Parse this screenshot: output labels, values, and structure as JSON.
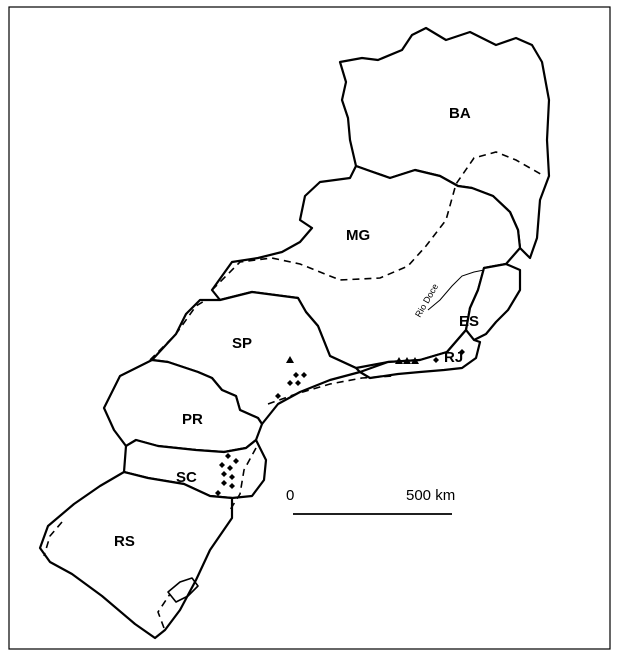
{
  "states": {
    "ba": "BA",
    "mg": "MG",
    "es": "ES",
    "rj": "RJ",
    "sp": "SP",
    "pr": "PR",
    "sc": "SC",
    "rs": "RS"
  },
  "river_label": "Rio Doce",
  "scale": {
    "zero": "0",
    "distance": "500 km"
  },
  "colors": {
    "ink": "#000000",
    "paper": "#ffffff"
  },
  "markers": {
    "diamond": "diamond-marker",
    "triangle": "triangle-marker"
  }
}
